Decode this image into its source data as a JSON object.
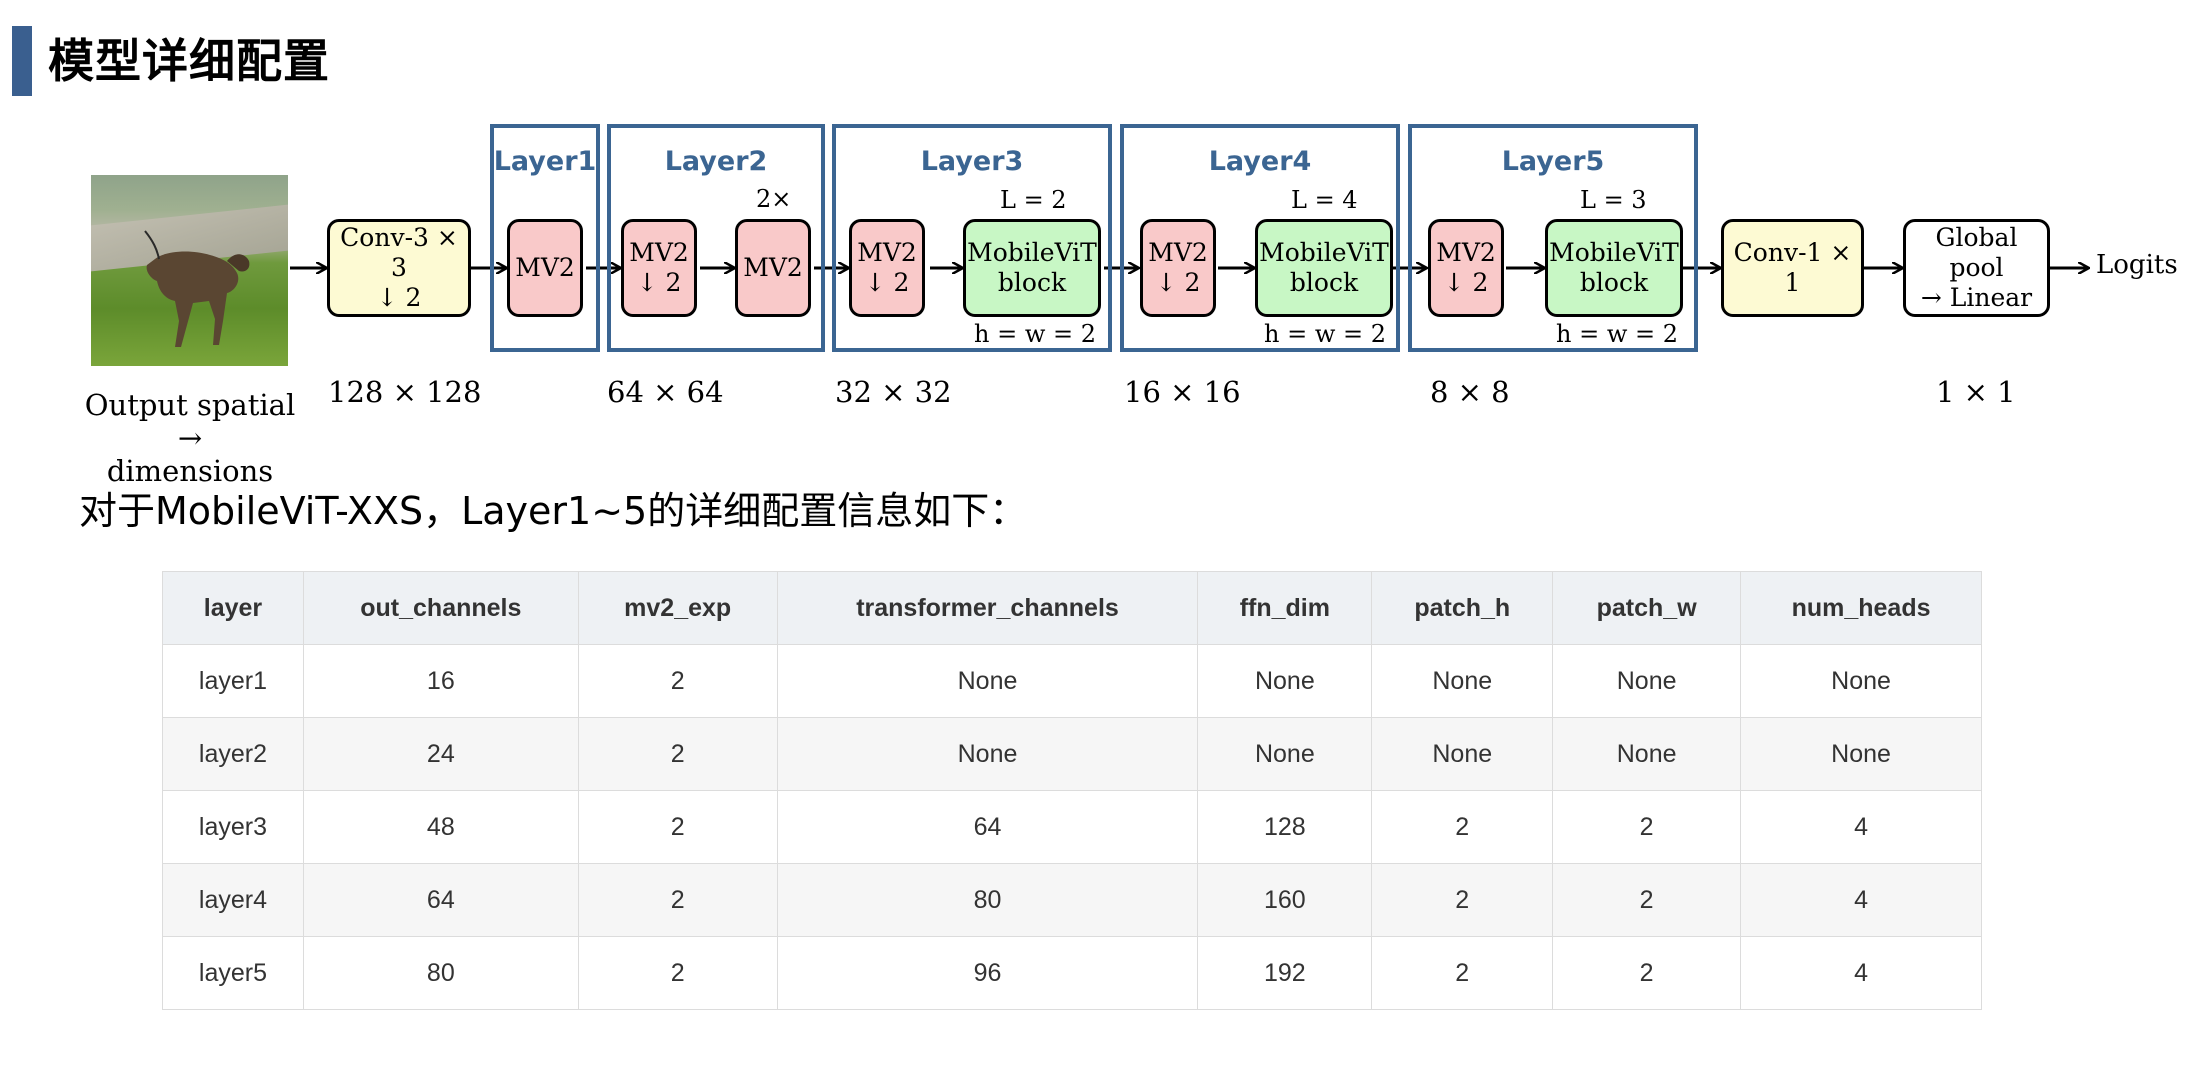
{
  "header": {
    "title": "模型详细配置"
  },
  "diagram": {
    "stem": {
      "line1": "Conv-3 × 3",
      "line2": "↓ 2"
    },
    "layers": [
      {
        "label": "Layer1",
        "mv2_1": "MV2",
        "mv2_2": ""
      },
      {
        "label": "Layer2",
        "mv2_1_line1": "MV2",
        "mv2_1_line2": "↓ 2",
        "repeat": "2×",
        "mv2_2": "MV2"
      },
      {
        "label": "Layer3",
        "mv2_line1": "MV2",
        "mv2_line2": "↓ 2",
        "vit_line1": "MobileViT",
        "vit_line2": "block",
        "L": "L = 2",
        "hw": "h = w = 2"
      },
      {
        "label": "Layer4",
        "mv2_line1": "MV2",
        "mv2_line2": "↓ 2",
        "vit_line1": "MobileViT",
        "vit_line2": "block",
        "L": "L = 4",
        "hw": "h = w = 2"
      },
      {
        "label": "Layer5",
        "mv2_line1": "MV2",
        "mv2_line2": "↓ 2",
        "vit_line1": "MobileViT",
        "vit_line2": "block",
        "L": "L = 3",
        "hw": "h = w = 2"
      }
    ],
    "head_conv": "Conv-1 × 1",
    "pool": {
      "line1": "Global pool",
      "line2": "→ Linear"
    },
    "output": "Logits",
    "spatial_caption_line1": "Output spatial →",
    "spatial_caption_line2": "dimensions",
    "dims": [
      "128 × 128",
      "64 × 64",
      "32 × 32",
      "16 × 16",
      "8 × 8",
      "1 × 1"
    ]
  },
  "intro": "对于MobileViT-XXS，Layer1~5的详细配置信息如下：",
  "table": {
    "columns": [
      "layer",
      "out_channels",
      "mv2_exp",
      "transformer_channels",
      "ffn_dim",
      "patch_h",
      "patch_w",
      "num_heads"
    ],
    "rows": [
      [
        "layer1",
        "16",
        "2",
        "None",
        "None",
        "None",
        "None",
        "None"
      ],
      [
        "layer2",
        "24",
        "2",
        "None",
        "None",
        "None",
        "None",
        "None"
      ],
      [
        "layer3",
        "48",
        "2",
        "64",
        "128",
        "2",
        "2",
        "4"
      ],
      [
        "layer4",
        "64",
        "2",
        "80",
        "160",
        "2",
        "2",
        "4"
      ],
      [
        "layer5",
        "80",
        "2",
        "96",
        "192",
        "2",
        "2",
        "4"
      ]
    ]
  },
  "colors": {
    "accent": "#3a5f8f",
    "layer_box": "#3b6592",
    "conv_fill": "#fdfad3",
    "mv2_fill": "#f9c9c9",
    "vit_fill": "#c8f7c5",
    "table_header": "#eef1f4"
  }
}
